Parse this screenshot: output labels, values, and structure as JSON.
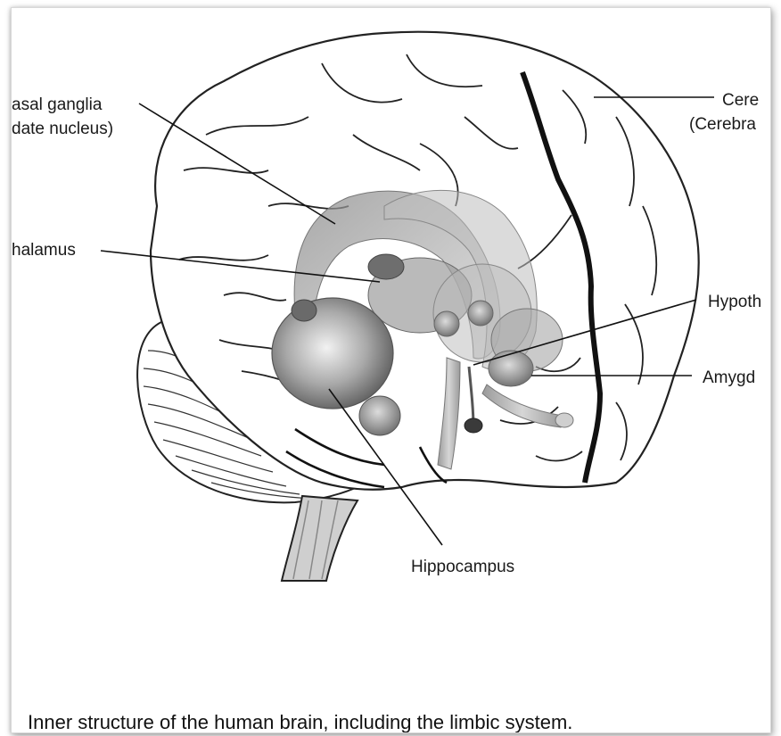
{
  "labels": {
    "basal_ganglia_line1": "asal ganglia",
    "basal_ganglia_line2": "date nucleus)",
    "thalamus": "halamus",
    "cerebrum_line1": "Cere",
    "cerebrum_line2": "(Cerebra",
    "hypothalamus": "Hypoth",
    "amygdala": "Amygd",
    "hippocampus": "Hippocampus"
  },
  "caption": "Inner structure of the human brain, including the limbic system."
}
